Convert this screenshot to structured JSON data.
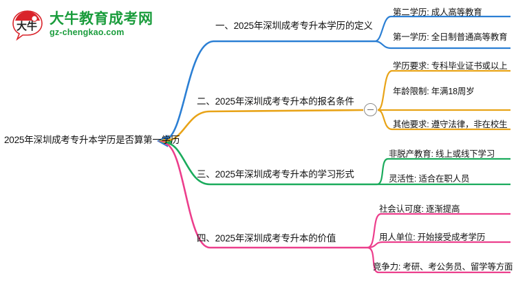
{
  "logo": {
    "mark_text": "大牛",
    "title_cn": "大牛教育成考网",
    "title_en": "gz-chengkao.com",
    "brand_green": "#1a9c3c",
    "brand_red": "#d9232a"
  },
  "mindmap": {
    "root": {
      "label": "2025年深圳成考专升本学历是否算第一学历"
    },
    "branches": [
      {
        "label": "一、2025年深圳成考专升本学历的定义",
        "color": "#2b7fd4",
        "children": [
          {
            "label": "第二学历: 成人高等教育"
          },
          {
            "label": "第一学历: 全日制普通高等教育"
          }
        ]
      },
      {
        "label": "二、2025年深圳成考专升本的报名条件",
        "color": "#e8a317",
        "collapse_icon": "minus-circle-icon",
        "children": [
          {
            "label": "学历要求: 专科毕业证书或以上"
          },
          {
            "label": "年龄限制: 年满18周岁"
          },
          {
            "label": "其他要求: 遵守法律，非在校生"
          }
        ]
      },
      {
        "label": "三、2025年深圳成考专升本的学习形式",
        "color": "#1aab5c",
        "children": [
          {
            "label": "非脱产教育: 线上或线下学习"
          },
          {
            "label": "灵活性: 适合在职人员"
          }
        ]
      },
      {
        "label": "四、2025年深圳成考专升本的价值",
        "color": "#ec3e8c",
        "children": [
          {
            "label": "社会认可度: 逐渐提高"
          },
          {
            "label": "用人单位: 开始接受成考学历"
          },
          {
            "label": "竞争力: 考研、考公务员、留学等方面"
          }
        ]
      }
    ]
  }
}
